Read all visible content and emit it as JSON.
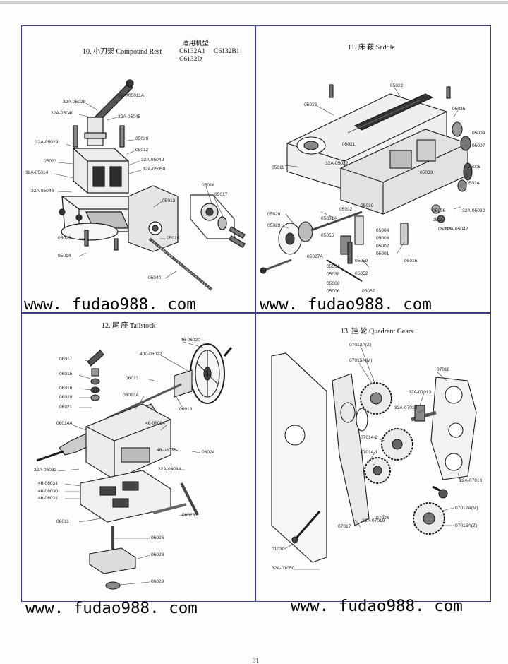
{
  "panels": {
    "compound_rest": {
      "title": "10. 小刀架  Compound Rest",
      "applicable_label": "适用机型:",
      "models": [
        "C6132A1",
        "C6132B1",
        "C6132D"
      ],
      "parts": [
        "32A-05028",
        "32A-05011A",
        "32A-05040",
        "32A-05045",
        "32A-05029",
        "05020",
        "05012",
        "05023",
        "32A-05049",
        "32A-05050",
        "32A-05014",
        "32A-05046",
        "05013",
        "05018",
        "05017",
        "05025",
        "05015",
        "05014",
        "05040"
      ]
    },
    "saddle": {
      "title": "11. 床 鞍  Saddle",
      "parts": [
        "05026",
        "05022",
        "05035",
        "05019",
        "05007",
        "05021",
        "32A-05022",
        "05009",
        "05005",
        "05033",
        "05024",
        "32A-05032",
        "05028",
        "05029",
        "05031A",
        "05032",
        "05055",
        "05030",
        "05036",
        "05037",
        "05038",
        "05027A",
        "05016",
        "05004",
        "05003",
        "05002",
        "05001",
        "05059",
        "05034",
        "05039",
        "32A-05042",
        "05052",
        "05008",
        "05006",
        "05057"
      ]
    },
    "tailstock": {
      "title": "12. 尾 座  Tailstock",
      "parts": [
        "46-06020",
        "06017",
        "400-06022",
        "06015",
        "06023",
        "06016",
        "06020",
        "06021",
        "06012A",
        "06014A",
        "46-06034",
        "06013",
        "06024",
        "46-06036",
        "32A-06032",
        "46-06031",
        "46-06030",
        "46-06032",
        "32A-06038",
        "06011",
        "06025",
        "06026",
        "06028",
        "06029"
      ]
    },
    "quadrant_gears": {
      "title": "13. 挂  轮  Quadrant Gears",
      "parts": [
        "07012A(Z)",
        "07015A(M)",
        "07018",
        "32A-07013",
        "32A-07014",
        "07014-2",
        "07014-1",
        "07014",
        "32A-07018",
        "07012A(M)",
        "07015A(Z)",
        "07017",
        "32A-07019",
        "01030",
        "32A-01050"
      ]
    }
  },
  "watermark": "www. fudao988. com",
  "page_number": "31",
  "colors": {
    "frame": "#3a3f8a",
    "ink": "#111111",
    "watermark": "#000000"
  }
}
